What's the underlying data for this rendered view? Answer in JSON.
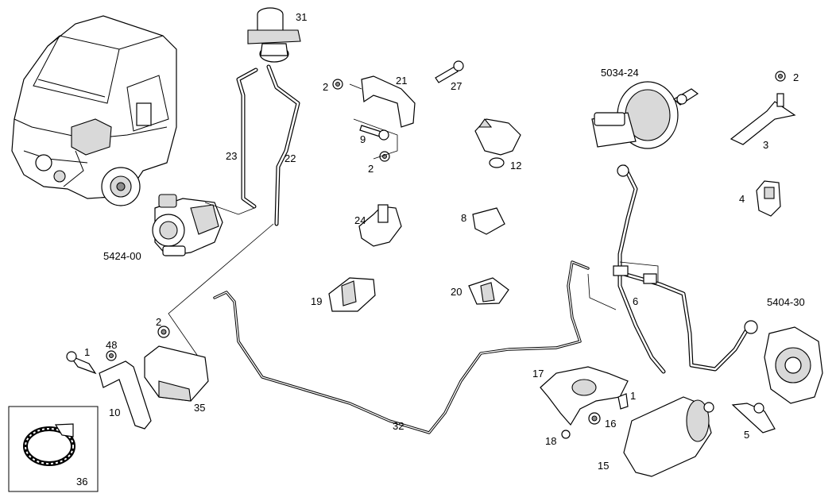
{
  "labels": {
    "p1a": "1",
    "p1b": "1",
    "p2a": "2",
    "p2b": "2",
    "p2c": "2",
    "p2d": "2",
    "p3": "3",
    "p4": "4",
    "p5": "5",
    "p6": "6",
    "p8": "8",
    "p9": "9",
    "p10": "10",
    "p12": "12",
    "p15": "15",
    "p16": "16",
    "p17": "17",
    "p18": "18",
    "p19": "19",
    "p20": "20",
    "p21": "21",
    "p22": "22",
    "p23": "23",
    "p24": "24",
    "p27": "27",
    "p31": "31",
    "p32": "32",
    "p35": "35",
    "p36": "36",
    "p48": "48",
    "g5424": "5424-00",
    "g5034": "5034-24",
    "g5404": "5404-30"
  }
}
